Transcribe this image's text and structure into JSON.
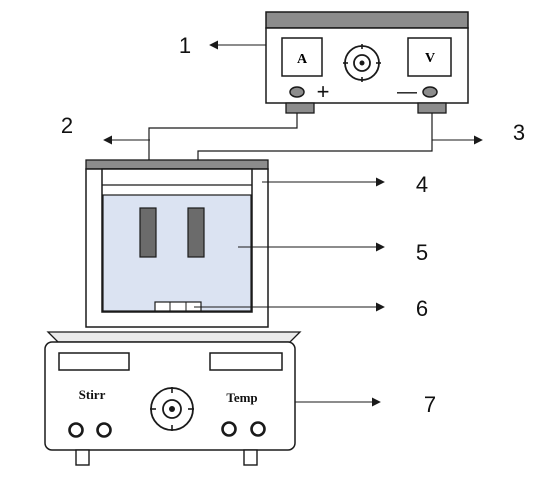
{
  "power_supply": {
    "ammeter_label": "A",
    "voltmeter_label": "V",
    "positive_sign": "+",
    "negative_sign": "—"
  },
  "stirrer": {
    "stirr_label": "Stirr",
    "temp_label": "Temp"
  },
  "callouts": [
    "1",
    "2",
    "3",
    "4",
    "5",
    "6",
    "7"
  ],
  "colors": {
    "outline": "#1a1a1a",
    "lid": "#8c8c8c",
    "electrode": "#6b6b6b",
    "electrolyte": "#dbe3f2"
  },
  "icons": {
    "knob": "crosshair-dial-icon",
    "arrow": "arrow-head-icon"
  }
}
